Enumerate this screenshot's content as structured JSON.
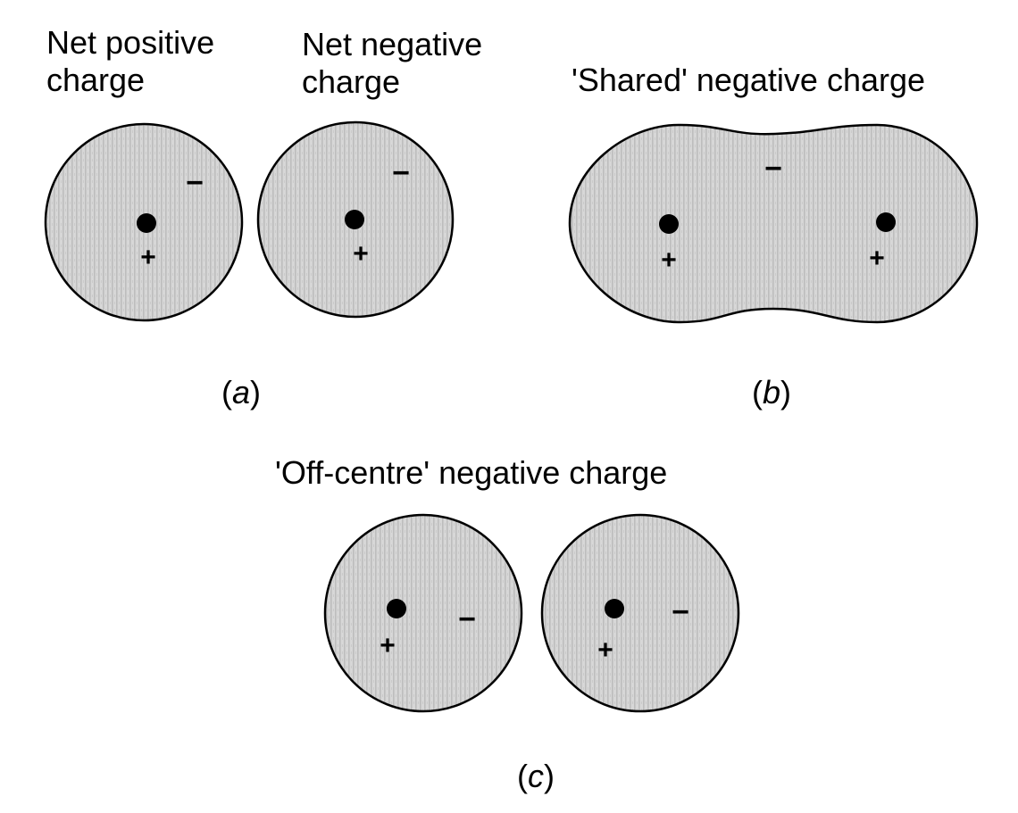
{
  "panels": {
    "a": {
      "label": "a",
      "headings": [
        [
          "Net positive",
          "charge"
        ],
        [
          "Net negative",
          "charge"
        ]
      ]
    },
    "b": {
      "label": "b",
      "heading": "'Shared' negative charge"
    },
    "c": {
      "label": "c",
      "heading": "'Off-centre' negative charge"
    }
  },
  "symbols": {
    "plus": "+",
    "minus": "−",
    "paren_open": "(",
    "paren_close": ")"
  },
  "colors": {
    "shading": "#d7d7d7",
    "stripe": "#bdbdbd",
    "outline": "#000000",
    "nucleus": "#000000"
  }
}
